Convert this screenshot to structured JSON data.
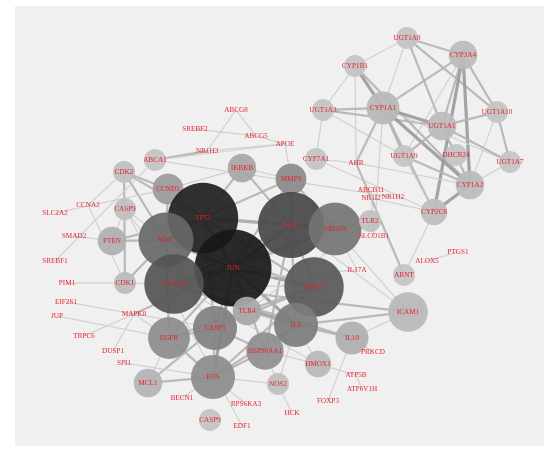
{
  "network": {
    "nodes": [
      {
        "id": "UGT1A8",
        "label": "UGT1A8",
        "size": 1,
        "shade": "#c4c4c4"
      },
      {
        "id": "CYP3A4",
        "label": "CYP3A4",
        "size": 1.3,
        "shade": "#bcbcbc"
      },
      {
        "id": "CYP1B1",
        "label": "CYP1B1",
        "size": 1,
        "shade": "#c4c4c4"
      },
      {
        "id": "UGT1A3",
        "label": "UGT1A3",
        "size": 1,
        "shade": "#c4c4c4"
      },
      {
        "id": "CYP1A1",
        "label": "CYP1A1",
        "size": 1.5,
        "shade": "#b8b8b8"
      },
      {
        "id": "UGT1A1",
        "label": "UGT1A1",
        "size": 1.3,
        "shade": "#bcbcbc"
      },
      {
        "id": "UGT1A10",
        "label": "UGT1A10",
        "size": 1,
        "shade": "#c4c4c4"
      },
      {
        "id": "UGT1A9",
        "label": "UGT1A9",
        "size": 1,
        "shade": "#c4c4c4"
      },
      {
        "id": "DHCR24",
        "label": "DHCR24",
        "size": 1,
        "shade": "#c4c4c4"
      },
      {
        "id": "UGT1A7",
        "label": "UGT1A7",
        "size": 1,
        "shade": "#c4c4c4"
      },
      {
        "id": "CYP1A2",
        "label": "CYP1A2",
        "size": 1.3,
        "shade": "#bcbcbc"
      },
      {
        "id": "CYP2C8",
        "label": "CYP2C8",
        "size": 1.2,
        "shade": "#bebebe"
      },
      {
        "id": "ABCG8",
        "label": "ABCG8",
        "size": 0,
        "shade": "#c8c8c8"
      },
      {
        "id": "SREBF2",
        "label": "SREBF2",
        "size": 0,
        "shade": "#c8c8c8"
      },
      {
        "id": "ABCG5",
        "label": "ABCG5",
        "size": 0,
        "shade": "#c8c8c8"
      },
      {
        "id": "APOE",
        "label": "APOE",
        "size": 0,
        "shade": "#c8c8c8"
      },
      {
        "id": "NR1H3",
        "label": "NR1H3",
        "size": 0,
        "shade": "#c8c8c8"
      },
      {
        "id": "ABCA1",
        "label": "ABCA1",
        "size": 1,
        "shade": "#c4c4c4"
      },
      {
        "id": "CDK2",
        "label": "CDK2",
        "size": 1,
        "shade": "#c0c0c0"
      },
      {
        "id": "IKBKB",
        "label": "IKBKB",
        "size": 1.3,
        "shade": "#a8a8a8"
      },
      {
        "id": "MMP9",
        "label": "MMP9",
        "size": 1.4,
        "shade": "#8c8c8c"
      },
      {
        "id": "CYP7A1",
        "label": "CYP7A1",
        "size": 1,
        "shade": "#c4c4c4"
      },
      {
        "id": "AHR",
        "label": "AHR",
        "size": 0,
        "shade": "#c8c8c8"
      },
      {
        "id": "NR1H2",
        "label": "NR1H2",
        "size": 0,
        "shade": "#c8c8c8"
      },
      {
        "id": "CCND1",
        "label": "CCND1",
        "size": 1.4,
        "shade": "#9c9c9c"
      },
      {
        "id": "CCNA2",
        "label": "CCNA2",
        "size": 0,
        "shade": "#c8c8c8"
      },
      {
        "id": "CASP9",
        "label": "CASP9",
        "size": 1,
        "shade": "#c0c0c0"
      },
      {
        "id": "SLC2A2",
        "label": "SLC2A2",
        "size": 0,
        "shade": "#c8c8c8"
      },
      {
        "id": "TP53",
        "label": "TP53",
        "size": 3.2,
        "shade": "#202020"
      },
      {
        "id": "SMAD2",
        "label": "SMAD2",
        "size": 0,
        "shade": "#c8c8c8"
      },
      {
        "id": "PTEN",
        "label": "PTEN",
        "size": 1.3,
        "shade": "#b0b0b0"
      },
      {
        "id": "MYC",
        "label": "MYC",
        "size": 2.5,
        "shade": "#686868"
      },
      {
        "id": "SREBF1",
        "label": "SREBF1",
        "size": 0,
        "shade": "#c8c8c8"
      },
      {
        "id": "PIM1",
        "label": "PIM1",
        "size": 0,
        "shade": "#c8c8c8"
      },
      {
        "id": "CDK1",
        "label": "CDK1",
        "size": 1,
        "shade": "#bcbcbc"
      },
      {
        "id": "EIF2S1",
        "label": "EIF2S1",
        "size": 0,
        "shade": "#c8c8c8"
      },
      {
        "id": "JUP",
        "label": "JUP",
        "size": 0,
        "shade": "#c8c8c8"
      },
      {
        "id": "TRPC6",
        "label": "TRPC6",
        "size": 0,
        "shade": "#c8c8c8"
      },
      {
        "id": "MAPK8",
        "label": "MAPK8",
        "size": 0,
        "shade": "#c8c8c8"
      },
      {
        "id": "JUN",
        "label": "JUN",
        "size": 3.5,
        "shade": "#181818"
      },
      {
        "id": "AKT1",
        "label": "AKT1",
        "size": 3.0,
        "shade": "#484848"
      },
      {
        "id": "VEGFA",
        "label": "VEGFA",
        "size": 2.4,
        "shade": "#747474"
      },
      {
        "id": "ABCB11",
        "label": "ABCB11",
        "size": 0,
        "shade": "#c8c8c8"
      },
      {
        "id": "NR1I2",
        "label": "NR1I2",
        "size": 0,
        "shade": "#c8c8c8"
      },
      {
        "id": "TLR2",
        "label": "TLR2",
        "size": 1,
        "shade": "#c0c0c0"
      },
      {
        "id": "SLCO1B1",
        "label": "SLCO1B1",
        "size": 0,
        "shade": "#c8c8c8"
      },
      {
        "id": "STAT3",
        "label": "STAT3",
        "size": 2.7,
        "shade": "#585858"
      },
      {
        "id": "IL17A",
        "label": "IL17A",
        "size": 0,
        "shade": "#c8c8c8"
      },
      {
        "id": "ARNT",
        "label": "ARNT",
        "size": 1,
        "shade": "#c4c4c4"
      },
      {
        "id": "PTGS1",
        "label": "PTGS1",
        "size": 0,
        "shade": "#c8c8c8"
      },
      {
        "id": "ALOX5",
        "label": "ALOX5",
        "size": 0,
        "shade": "#c8c8c8"
      },
      {
        "id": "CXCL8",
        "label": "CXCL8",
        "size": 2.7,
        "shade": "#545454"
      },
      {
        "id": "TLR4",
        "label": "TLR4",
        "size": 1.3,
        "shade": "#a8a8a8"
      },
      {
        "id": "ICAM1",
        "label": "ICAM1",
        "size": 1.8,
        "shade": "#b8b8b8"
      },
      {
        "id": "EGFR",
        "label": "EGFR",
        "size": 1.9,
        "shade": "#8c8c8c"
      },
      {
        "id": "CASP3",
        "label": "CASP3",
        "size": 2.0,
        "shade": "#808080"
      },
      {
        "id": "IL6",
        "label": "IL6",
        "size": 2.0,
        "shade": "#7c7c7c"
      },
      {
        "id": "IL10",
        "label": "IL10",
        "size": 1.5,
        "shade": "#b0b0b0"
      },
      {
        "id": "DUSP1",
        "label": "DUSP1",
        "size": 0,
        "shade": "#c8c8c8"
      },
      {
        "id": "SPI1",
        "label": "SPI1",
        "size": 0,
        "shade": "#c8c8c8"
      },
      {
        "id": "HSP90AA1",
        "label": "HSP90AA1",
        "size": 1.7,
        "shade": "#909090"
      },
      {
        "id": "PRKCD",
        "label": "PRKCD",
        "size": 0,
        "shade": "#c8c8c8"
      },
      {
        "id": "HMOX1",
        "label": "HMOX1",
        "size": 1.2,
        "shade": "#b8b8b8"
      },
      {
        "id": "ATP5B",
        "label": "ATP5B",
        "size": 0,
        "shade": "#c8c8c8"
      },
      {
        "id": "MCL1",
        "label": "MCL1",
        "size": 1.3,
        "shade": "#b4b4b4"
      },
      {
        "id": "FOS",
        "label": "FOS",
        "size": 2.0,
        "shade": "#8c8c8c"
      },
      {
        "id": "NOS2",
        "label": "NOS2",
        "size": 1,
        "shade": "#c0c0c0"
      },
      {
        "id": "ATP6V1H",
        "label": "ATP6V1H",
        "size": 0,
        "shade": "#c8c8c8"
      },
      {
        "id": "BECN1",
        "label": "BECN1",
        "size": 0,
        "shade": "#c8c8c8"
      },
      {
        "id": "FOXP3",
        "label": "FOXP3",
        "size": 0,
        "shade": "#c8c8c8"
      },
      {
        "id": "RPS6KA3",
        "label": "RPS6KA3",
        "size": 0,
        "shade": "#c8c8c8"
      },
      {
        "id": "HCK",
        "label": "HCK",
        "size": 0,
        "shade": "#c8c8c8"
      },
      {
        "id": "CASP9",
        "label": "CASP9",
        "size": 1,
        "shade": "#c4c4c4"
      },
      {
        "id": "EDF1",
        "label": "EDF1",
        "size": 0,
        "shade": "#c8c8c8"
      }
    ],
    "edges": [
      [
        "UGT1A8",
        "CYP3A4",
        2
      ],
      [
        "UGT1A8",
        "CYP1B1",
        1
      ],
      [
        "UGT1A8",
        "UGT1A1",
        2
      ],
      [
        "UGT1A8",
        "UGT1A10",
        2
      ],
      [
        "UGT1A8",
        "CYP1A1",
        1
      ],
      [
        "CYP3A4",
        "CYP1A1",
        2
      ],
      [
        "CYP3A4",
        "UGT1A1",
        2
      ],
      [
        "CYP3A4",
        "UGT1A10",
        2
      ],
      [
        "CYP3A4",
        "CYP1A2",
        3
      ],
      [
        "CYP3A4",
        "CYP2C8",
        3
      ],
      [
        "CYP3A4",
        "UGT1A9",
        1
      ],
      [
        "CYP1B1",
        "CYP1A1",
        3
      ],
      [
        "CYP1B1",
        "UGT1A3",
        1
      ],
      [
        "CYP1B1",
        "CYP1A2",
        2
      ],
      [
        "CYP1B1",
        "AHR",
        1
      ],
      [
        "UGT1A3",
        "CYP1A1",
        2
      ],
      [
        "UGT1A3",
        "UGT1A1",
        2
      ],
      [
        "UGT1A3",
        "UGT1A9",
        1
      ],
      [
        "UGT1A3",
        "CYP7A1",
        1
      ],
      [
        "CYP1A1",
        "UGT1A1",
        3
      ],
      [
        "CYP1A1",
        "CYP1A2",
        3
      ],
      [
        "CYP1A1",
        "UGT1A9",
        2
      ],
      [
        "CYP1A1",
        "AHR",
        2
      ],
      [
        "CYP1A1",
        "CYP2C8",
        2
      ],
      [
        "CYP1A1",
        "UGT1A7",
        1
      ],
      [
        "UGT1A1",
        "UGT1A10",
        2
      ],
      [
        "UGT1A1",
        "UGT1A9",
        2
      ],
      [
        "UGT1A1",
        "DHCR24",
        1
      ],
      [
        "UGT1A1",
        "CYP1A2",
        2
      ],
      [
        "UGT1A1",
        "UGT1A7",
        2
      ],
      [
        "UGT1A10",
        "UGT1A7",
        2
      ],
      [
        "UGT1A10",
        "CYP1A2",
        1
      ],
      [
        "UGT1A9",
        "CYP1A2",
        2
      ],
      [
        "UGT1A9",
        "CYP2C8",
        1
      ],
      [
        "UGT1A7",
        "CYP1A2",
        1
      ],
      [
        "CYP1A2",
        "CYP2C8",
        3
      ],
      [
        "CYP1A2",
        "AHR",
        1
      ],
      [
        "CYP2C8",
        "NR1I2",
        1
      ],
      [
        "CYP2C8",
        "ARNT",
        1
      ],
      [
        "CYP2C8",
        "CYP7A1",
        1
      ],
      [
        "ABCG8",
        "ABCG5",
        1
      ],
      [
        "ABCG8",
        "NR1H3",
        1
      ],
      [
        "SREBF2",
        "ABCG5",
        1
      ],
      [
        "ABCG5",
        "APOE",
        1
      ],
      [
        "APOE",
        "NR1H3",
        1
      ],
      [
        "ABCA1",
        "NR1H3",
        2
      ],
      [
        "ABCA1",
        "APOE",
        1
      ],
      [
        "TP53",
        "JUN",
        3
      ],
      [
        "TP53",
        "MYC",
        3
      ],
      [
        "TP53",
        "AKT1",
        3
      ],
      [
        "TP53",
        "STAT3",
        2
      ],
      [
        "TP53",
        "CCND1",
        2
      ],
      [
        "TP53",
        "CDK2",
        2
      ],
      [
        "TP53",
        "PTEN",
        2
      ],
      [
        "TP53",
        "CASP3",
        2
      ],
      [
        "TP53",
        "MMP9",
        2
      ],
      [
        "TP53",
        "IKBKB",
        2
      ],
      [
        "TP53",
        "VEGFA",
        2
      ],
      [
        "TP53",
        "CXCL8",
        1
      ],
      [
        "JUN",
        "MYC",
        3
      ],
      [
        "JUN",
        "AKT1",
        3
      ],
      [
        "JUN",
        "STAT3",
        3
      ],
      [
        "JUN",
        "CXCL8",
        3
      ],
      [
        "JUN",
        "FOS",
        3
      ],
      [
        "JUN",
        "IL6",
        3
      ],
      [
        "JUN",
        "EGFR",
        2
      ],
      [
        "JUN",
        "CASP3",
        2
      ],
      [
        "JUN",
        "HSP90AA1",
        2
      ],
      [
        "JUN",
        "VEGFA",
        2
      ],
      [
        "JUN",
        "MAPK8",
        2
      ],
      [
        "JUN",
        "TLR4",
        2
      ],
      [
        "JUN",
        "MMP9",
        2
      ],
      [
        "AKT1",
        "VEGFA",
        3
      ],
      [
        "AKT1",
        "CXCL8",
        2
      ],
      [
        "AKT1",
        "IL6",
        2
      ],
      [
        "AKT1",
        "MMP9",
        2
      ],
      [
        "AKT1",
        "STAT3",
        2
      ],
      [
        "AKT1",
        "HSP90AA1",
        2
      ],
      [
        "AKT1",
        "ICAM1",
        1
      ],
      [
        "AKT1",
        "IKBKB",
        2
      ],
      [
        "AKT1",
        "TLR2",
        1
      ],
      [
        "MYC",
        "STAT3",
        2
      ],
      [
        "MYC",
        "CCND1",
        2
      ],
      [
        "MYC",
        "CDK1",
        2
      ],
      [
        "MYC",
        "PTEN",
        2
      ],
      [
        "MYC",
        "CDK2",
        2
      ],
      [
        "MYC",
        "EGFR",
        2
      ],
      [
        "STAT3",
        "EGFR",
        2
      ],
      [
        "STAT3",
        "IL6",
        2
      ],
      [
        "STAT3",
        "CASP3",
        2
      ],
      [
        "STAT3",
        "FOS",
        2
      ],
      [
        "STAT3",
        "CDK1",
        1
      ],
      [
        "CXCL8",
        "IL6",
        3
      ],
      [
        "CXCL8",
        "VEGFA",
        2
      ],
      [
        "CXCL8",
        "ICAM1",
        2
      ],
      [
        "CXCL8",
        "IL10",
        2
      ],
      [
        "CXCL8",
        "IL17A",
        1
      ],
      [
        "CXCL8",
        "HMOX1",
        1
      ],
      [
        "CXCL8",
        "TLR4",
        2
      ],
      [
        "IL6",
        "IL10",
        2
      ],
      [
        "IL6",
        "TLR4",
        2
      ],
      [
        "IL6",
        "HSP90AA1",
        2
      ],
      [
        "IL6",
        "ICAM1",
        2
      ],
      [
        "IL6",
        "HMOX1",
        1
      ],
      [
        "IL6",
        "NOS2",
        1
      ],
      [
        "IL6",
        "FOS",
        2
      ],
      [
        "EGFR",
        "CASP3",
        2
      ],
      [
        "EGFR",
        "FOS",
        2
      ],
      [
        "EGFR",
        "MCL1",
        1
      ],
      [
        "EGFR",
        "MAPK8",
        1
      ],
      [
        "CASP3",
        "FOS",
        2
      ],
      [
        "CASP3",
        "HSP90AA1",
        2
      ],
      [
        "CASP3",
        "MCL1",
        2
      ],
      [
        "CASP3",
        "CASP9",
        1
      ],
      [
        "FOS",
        "HSP90AA1",
        2
      ],
      [
        "FOS",
        "MCL1",
        2
      ],
      [
        "FOS",
        "NOS2",
        1
      ],
      [
        "HSP90AA1",
        "NOS2",
        1
      ],
      [
        "HSP90AA1",
        "HMOX1",
        1
      ],
      [
        "VEGFA",
        "MMP9",
        2
      ],
      [
        "VEGFA",
        "TLR2",
        1
      ],
      [
        "VEGFA",
        "IL17A",
        1
      ],
      [
        "VEGFA",
        "ICAM1",
        1
      ],
      [
        "MMP9",
        "IKBKB",
        1
      ],
      [
        "IKBKB",
        "CCND1",
        1
      ],
      [
        "CCND1",
        "CDK2",
        2
      ],
      [
        "CDK2",
        "CDK1",
        2
      ],
      [
        "CDK2",
        "CCNA2",
        1
      ],
      [
        "CDK1",
        "CCNA2",
        1
      ],
      [
        "PTEN",
        "SMAD2",
        1
      ],
      [
        "PTEN",
        "CASP9",
        1
      ],
      [
        "CASP9",
        "MYC",
        1
      ],
      [
        "CDK1",
        "PIM1",
        1
      ],
      [
        "IL10",
        "FOXP3",
        1
      ],
      [
        "IL10",
        "PRKCD",
        1
      ],
      [
        "ICAM1",
        "IL10",
        1
      ],
      [
        "TLR2",
        "TLR4",
        1
      ],
      [
        "NOS2",
        "HCK",
        1
      ],
      [
        "FOS",
        "BECN1",
        1
      ],
      [
        "AHR",
        "ARNT",
        2
      ],
      [
        "AHR",
        "CYP7A1",
        1
      ],
      [
        "NR1I2",
        "ABCB11",
        1
      ],
      [
        "ABCB11",
        "SLCO1B1",
        1
      ],
      [
        "SLCO1B1",
        "CYP1A1",
        1
      ],
      [
        "ALOX5",
        "PTGS1",
        1
      ],
      [
        "HMOX1",
        "ATP5B",
        1
      ],
      [
        "ATP5B",
        "ATP6V1H",
        1
      ],
      [
        "MAPK8",
        "DUSP1",
        1
      ],
      [
        "MAPK8",
        "TRPC6",
        1
      ],
      [
        "SREBF1",
        "ABCA1",
        1
      ],
      [
        "SLC2A2",
        "CCND1",
        1
      ],
      [
        "RPS6KA3",
        "FOS",
        1
      ],
      [
        "EDF1",
        "CASP9",
        1
      ],
      [
        "SPI1",
        "FOS",
        1
      ],
      [
        "JUP",
        "EGFR",
        1
      ],
      [
        "EIF2S1",
        "CASP3",
        1
      ],
      [
        "APOE",
        "MMP9",
        1
      ],
      [
        "NR1H2",
        "ABCA1",
        1
      ]
    ]
  }
}
